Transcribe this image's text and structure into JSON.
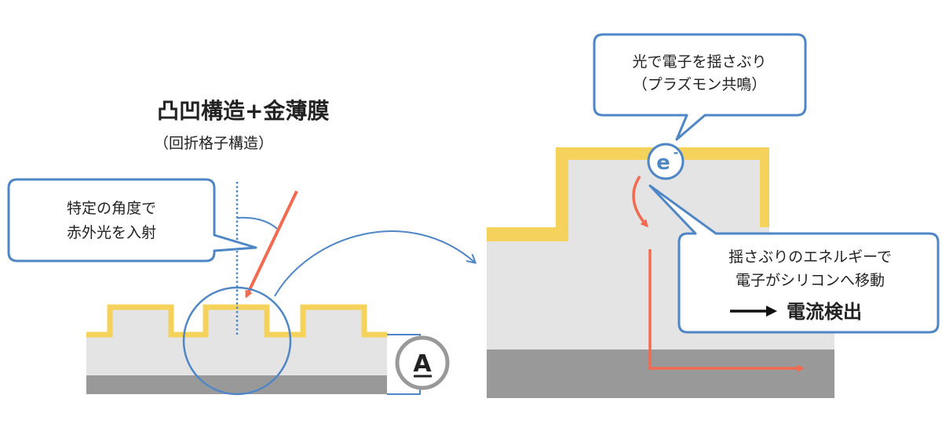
{
  "title": "凸凹構造+金薄膜",
  "subtitle": "（回折格子構造）",
  "callout_incident": {
    "lines": [
      "特定の角度で",
      "赤外光を入射"
    ]
  },
  "ammeter_label": "A",
  "electron_label": "e",
  "electron_charge": "-",
  "callout_plasmon": {
    "lines": [
      "光で電子を揺さぶり",
      "（プラズモン共鳴）"
    ]
  },
  "callout_transfer": {
    "lines": [
      "揺さぶりのエネルギーで",
      "電子がシリコンへ移動"
    ],
    "result": "電流検出"
  },
  "colors": {
    "gold": "#f5d25b",
    "silicon": "#e3e4e3",
    "substrate": "#999999",
    "callout_border": "#4e86c6",
    "light_ray": "#f26a4f",
    "normal_line": "#4e86c6",
    "ammeter_ring": "#999999"
  }
}
